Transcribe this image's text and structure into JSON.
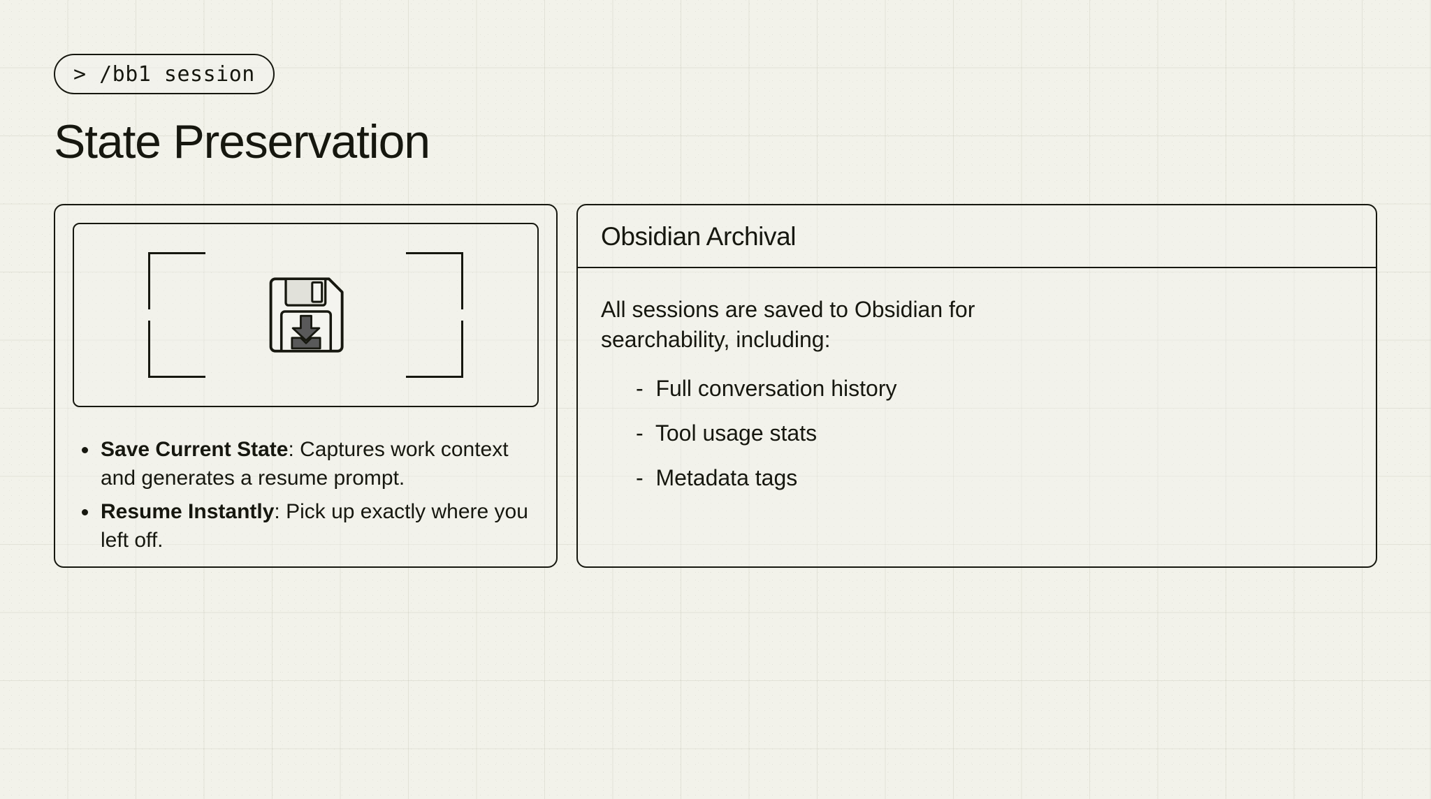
{
  "badge": {
    "icon": "prompt-caret-icon",
    "text": "> /bb1 session"
  },
  "page_title": "State Preservation",
  "colors": {
    "background": "#f2f2ea",
    "ink": "#16170f",
    "grid_line": "#dcdcd2",
    "icon_body": "#f4f4ef",
    "icon_shade": "#e3e3dd",
    "icon_fill_dark": "#5a5a55"
  },
  "left_card": {
    "icon": {
      "name": "floppy-disk-download-icon",
      "frame": "viewfinder-brackets"
    },
    "bullets": [
      {
        "term": "Save Current State",
        "separator": ": ",
        "description": "Captures work context and generates a resume prompt."
      },
      {
        "term": "Resume Instantly",
        "separator": ": ",
        "description": "Pick up exactly where you left off."
      }
    ]
  },
  "right_card": {
    "title": "Obsidian Archival",
    "intro": "All sessions are saved to Obsidian for searchability, including:",
    "items": [
      "-  Full conversation history",
      "-  Tool usage stats",
      "-  Metadata tags"
    ]
  }
}
